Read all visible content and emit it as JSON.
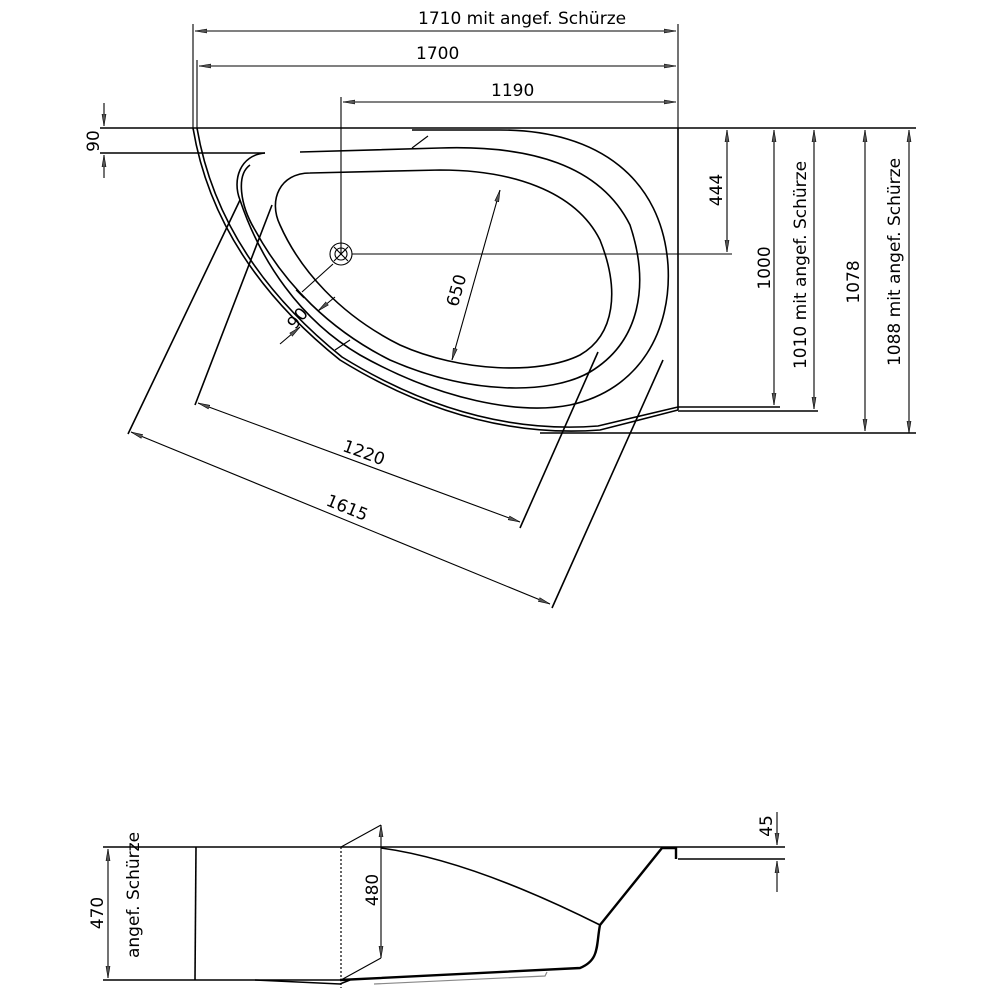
{
  "drawing": {
    "title": "Corner bathtub dimension drawing",
    "line_color": "#000000",
    "background": "#ffffff",
    "top_view": {
      "dim_width_with_apron": "1710 mit angef. Schürze",
      "dim_width": "1700",
      "dim_drain_offset_x": "1190",
      "dim_rim_offset": "90",
      "dim_drain_offset_y": "444",
      "dim_depth": "1000",
      "dim_depth_with_apron": "1010 mit angef. Schürze",
      "dim_depth_total": "1078",
      "dim_depth_total_with_apron": "1088 mit angef. Schürze",
      "dim_inner_width": "650",
      "dim_rim_width_diag": "90",
      "dim_inner_length": "1220",
      "dim_outer_length": "1615"
    },
    "side_view": {
      "dim_height_with_apron": "470",
      "label_apron": "angef. Schürze",
      "dim_inner_depth": "480",
      "dim_rim_step": "45"
    }
  }
}
